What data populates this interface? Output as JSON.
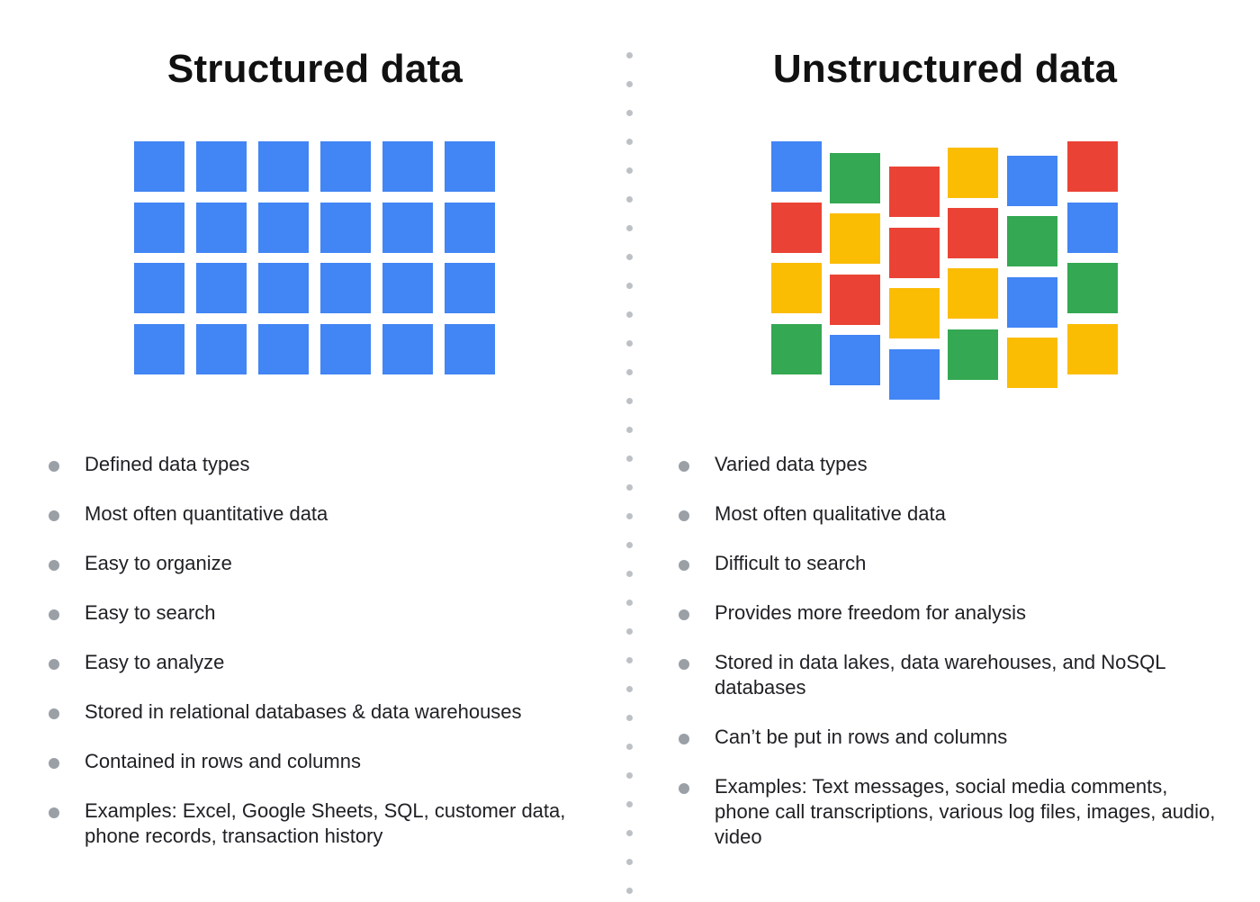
{
  "left": {
    "title": "Structured data",
    "tile_color": "#4285f4",
    "bullets": [
      "Defined data types",
      "Most often quantitative data",
      "Easy to organize",
      "Easy to search",
      "Easy to analyze",
      "Stored in relational databases & data warehouses",
      "Contained in rows and columns",
      "Examples: Excel, Google Sheets, SQL, customer data, phone records, transaction history"
    ]
  },
  "right": {
    "title": "Unstructured data",
    "colors": {
      "blue": "#4285f4",
      "red": "#ea4335",
      "yellow": "#fbbc04",
      "green": "#34a853"
    },
    "columns": [
      [
        "blue",
        "red",
        "yellow",
        "green"
      ],
      [
        "green",
        "yellow",
        "red",
        "blue"
      ],
      [
        "red",
        "red",
        "yellow",
        "blue"
      ],
      [
        "yellow",
        "red",
        "yellow",
        "green"
      ],
      [
        "blue",
        "green",
        "blue",
        "yellow"
      ],
      [
        "red",
        "blue",
        "green",
        "yellow"
      ]
    ],
    "bullets": [
      "Varied data types",
      "Most often qualitative data",
      "Difficult to search",
      "Provides more freedom for analysis",
      "Stored in data lakes, data warehouses, and NoSQL databases",
      "Can’t be put in rows and columns",
      "Examples: Text messages, social media comments, phone call transcriptions, various log files, images, audio, video"
    ]
  },
  "divider_color": "#bdc1c6",
  "bullet_color": "#9aa0a6"
}
